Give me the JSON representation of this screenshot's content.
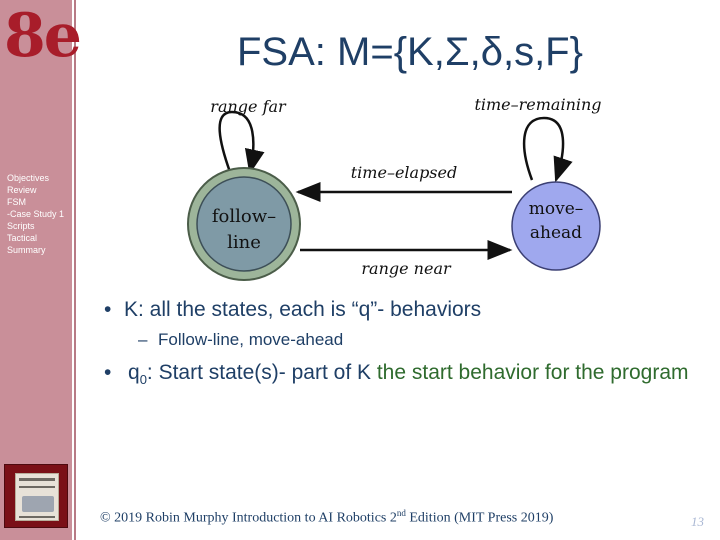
{
  "brand": {
    "logo": "8e"
  },
  "slide": {
    "title": "FSA: M={K,Σ,δ,s,F}",
    "page_number": "13"
  },
  "nav": {
    "items": [
      "Objectives",
      "Review",
      "FSM",
      "-Case Study 1",
      "Scripts",
      "Tactical",
      "Summary"
    ]
  },
  "diagram": {
    "states": [
      {
        "line1": "follow–",
        "line2": "line"
      },
      {
        "line1": "move–",
        "line2": "ahead"
      }
    ],
    "transitions": {
      "range_far": "range far",
      "time_remaining": "time–remaining",
      "time_elapsed": "time–elapsed",
      "range_near": "range near"
    },
    "colors": {
      "follow_outer": "#9db59a",
      "follow_inner": "#7f9aa6",
      "move_fill": "#9fa8ee"
    }
  },
  "bullets": {
    "b1": "K: all the states, each is “q”- behaviors",
    "b1_sub": "Follow-line, move-ahead",
    "b2_prefix": "q",
    "b2_subscript": "0",
    "b2_main": ": Start state(s)- part of K",
    "b2_accent": "the start behavior for the program"
  },
  "footer": {
    "pre": "© 2019 Robin Murphy Introduction to AI Robotics 2",
    "sup": "nd",
    "post": " Edition (MIT Press 2019)"
  },
  "colors": {
    "sidebar": "#c98f99",
    "logo": "#a81d2a",
    "title": "#1f3f66",
    "accent_text": "#2f6b2e"
  }
}
